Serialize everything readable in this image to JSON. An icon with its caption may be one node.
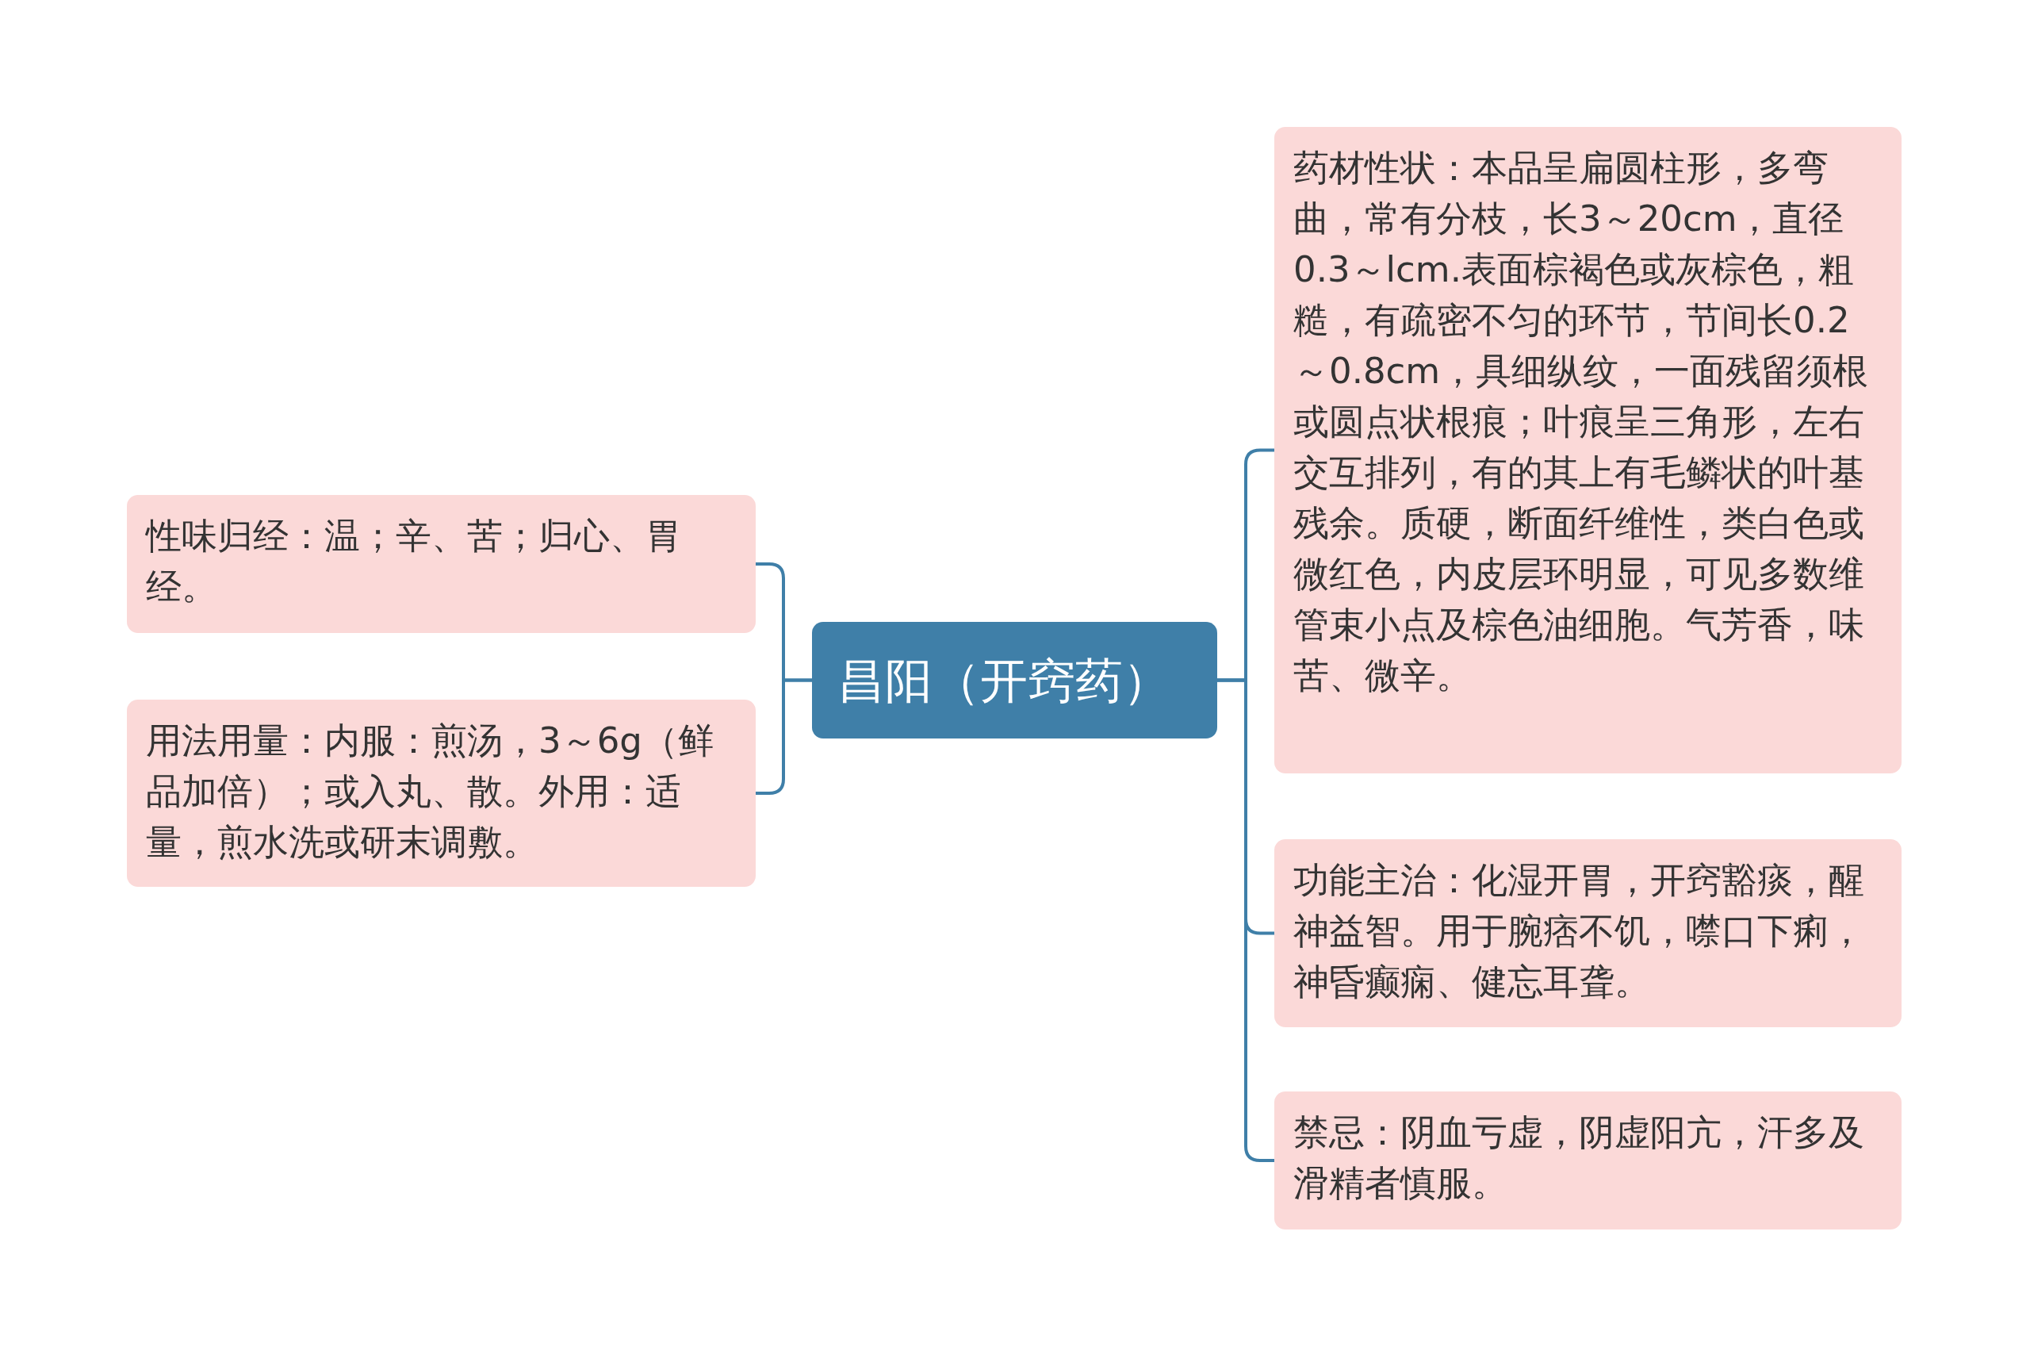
{
  "diagram": {
    "nodes": [
      {
        "text": [
          "昌阳（开窍药）"
        ]
      },
      {
        "text": [
          "性味归经：温；辛、苦；归心、胃经。"
        ]
      },
      {
        "text": [
          "用法用量：内服：煎汤，3～6g（鲜品加倍）；或入丸、散。外用：适量，煎水洗或研末调敷。"
        ]
      },
      {
        "text": [
          "药材性状：本品呈扁圆柱形，多弯曲，常有分枝，长3～20cm，直径0.3～lcm.表面棕褐色或灰棕色，粗糙，有疏密不匀的环节，节间长0.2～0.8cm，具细纵纹，一面残留须根或圆点状根痕；叶痕呈三角形，左右交互排列，有的其上有毛鳞状的叶基残余。质硬，断面纤维性，类白色或微红色，内皮层环明显，可见多数维管束小点及棕色油细胞。气芳香，味苦、微辛。"
        ]
      },
      {
        "text": [
          "功能主治：化湿开胃，开窍豁痰，醒神益智。用于腕痞不饥，噤口下痢，神昏癫痫、健忘耳聋。"
        ]
      },
      {
        "text": [
          "禁忌：阴血亏虚，阴虚阳亢，汗多及滑精者慎服。"
        ]
      }
    ],
    "edges": [
      {
        "from": 0,
        "to": 1,
        "arrow": "none"
      },
      {
        "from": 0,
        "to": 2,
        "arrow": "none"
      },
      {
        "from": 0,
        "to": 3,
        "arrow": "none"
      },
      {
        "from": 0,
        "to": 4,
        "arrow": "none"
      },
      {
        "from": 0,
        "to": 5,
        "arrow": "none"
      }
    ]
  }
}
